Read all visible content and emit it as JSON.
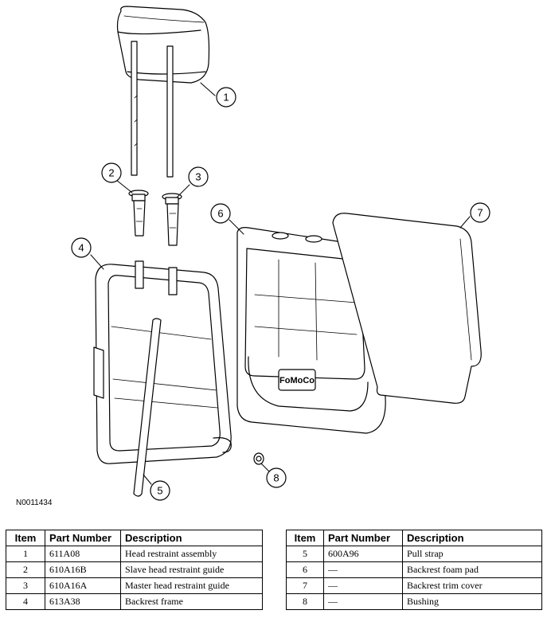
{
  "figure_id": "N0011434",
  "callouts": [
    "1",
    "2",
    "3",
    "4",
    "5",
    "6",
    "7",
    "8"
  ],
  "logo_text": "FoMoCo",
  "table": {
    "headers": {
      "item": "Item",
      "part_number": "Part Number",
      "description": "Description"
    },
    "left_rows": [
      {
        "item": "1",
        "part_number": "611A08",
        "description": "Head restraint assembly"
      },
      {
        "item": "2",
        "part_number": "610A16B",
        "description": "Slave head restraint guide"
      },
      {
        "item": "3",
        "part_number": "610A16A",
        "description": "Master head restraint guide"
      },
      {
        "item": "4",
        "part_number": "613A38",
        "description": "Backrest frame"
      }
    ],
    "right_rows": [
      {
        "item": "5",
        "part_number": "600A96",
        "description": "Pull strap"
      },
      {
        "item": "6",
        "part_number": "—",
        "description": "Backrest foam pad"
      },
      {
        "item": "7",
        "part_number": "—",
        "description": "Backrest trim cover"
      },
      {
        "item": "8",
        "part_number": "—",
        "description": "Bushing"
      }
    ]
  }
}
